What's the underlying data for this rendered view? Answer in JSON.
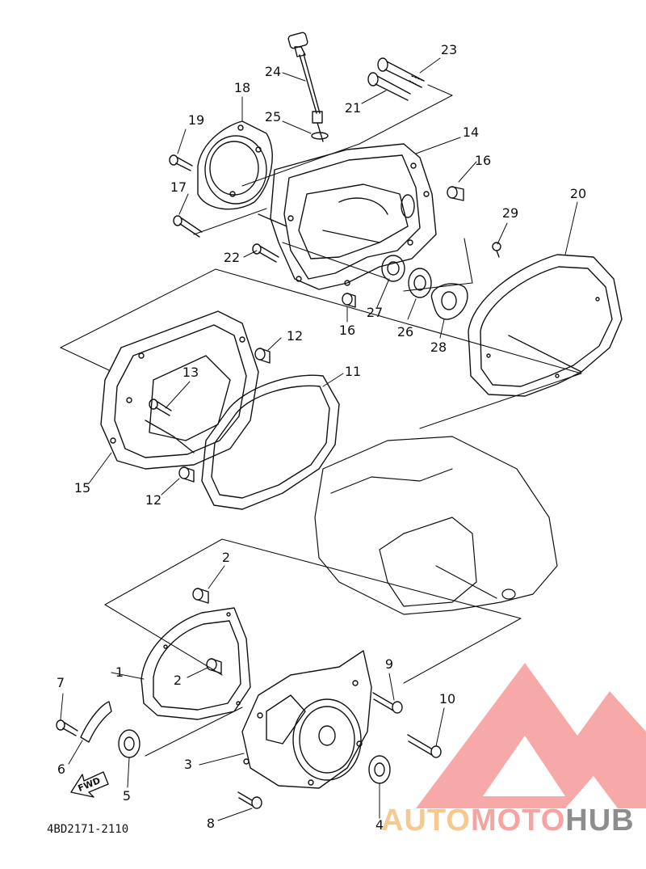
{
  "part_number": "4BD2171-2110",
  "forward_arrow": {
    "label": "FWD"
  },
  "watermark": {
    "part1": "AUTO",
    "part2": "MOTO",
    "part3": "HUB",
    "colors": {
      "auto": "#f5c98f",
      "moto": "#f6a4a2",
      "hub": "#8d8d8d",
      "triangle": "#f6a4a2"
    }
  },
  "callouts": [
    {
      "id": "1",
      "label": "1"
    },
    {
      "id": "2a",
      "label": "2"
    },
    {
      "id": "2b",
      "label": "2"
    },
    {
      "id": "3",
      "label": "3"
    },
    {
      "id": "4",
      "label": "4"
    },
    {
      "id": "5",
      "label": "5"
    },
    {
      "id": "6",
      "label": "6"
    },
    {
      "id": "7",
      "label": "7"
    },
    {
      "id": "8",
      "label": "8"
    },
    {
      "id": "9",
      "label": "9"
    },
    {
      "id": "10",
      "label": "10"
    },
    {
      "id": "11",
      "label": "11"
    },
    {
      "id": "12a",
      "label": "12"
    },
    {
      "id": "12b",
      "label": "12"
    },
    {
      "id": "13",
      "label": "13"
    },
    {
      "id": "14",
      "label": "14"
    },
    {
      "id": "15",
      "label": "15"
    },
    {
      "id": "16a",
      "label": "16"
    },
    {
      "id": "16b",
      "label": "16"
    },
    {
      "id": "17",
      "label": "17"
    },
    {
      "id": "18",
      "label": "18"
    },
    {
      "id": "19",
      "label": "19"
    },
    {
      "id": "20",
      "label": "20"
    },
    {
      "id": "21",
      "label": "21"
    },
    {
      "id": "22",
      "label": "22"
    },
    {
      "id": "23",
      "label": "23"
    },
    {
      "id": "24",
      "label": "24"
    },
    {
      "id": "25",
      "label": "25"
    },
    {
      "id": "26",
      "label": "26"
    },
    {
      "id": "27",
      "label": "27"
    },
    {
      "id": "28",
      "label": "28"
    },
    {
      "id": "29",
      "label": "29"
    }
  ]
}
